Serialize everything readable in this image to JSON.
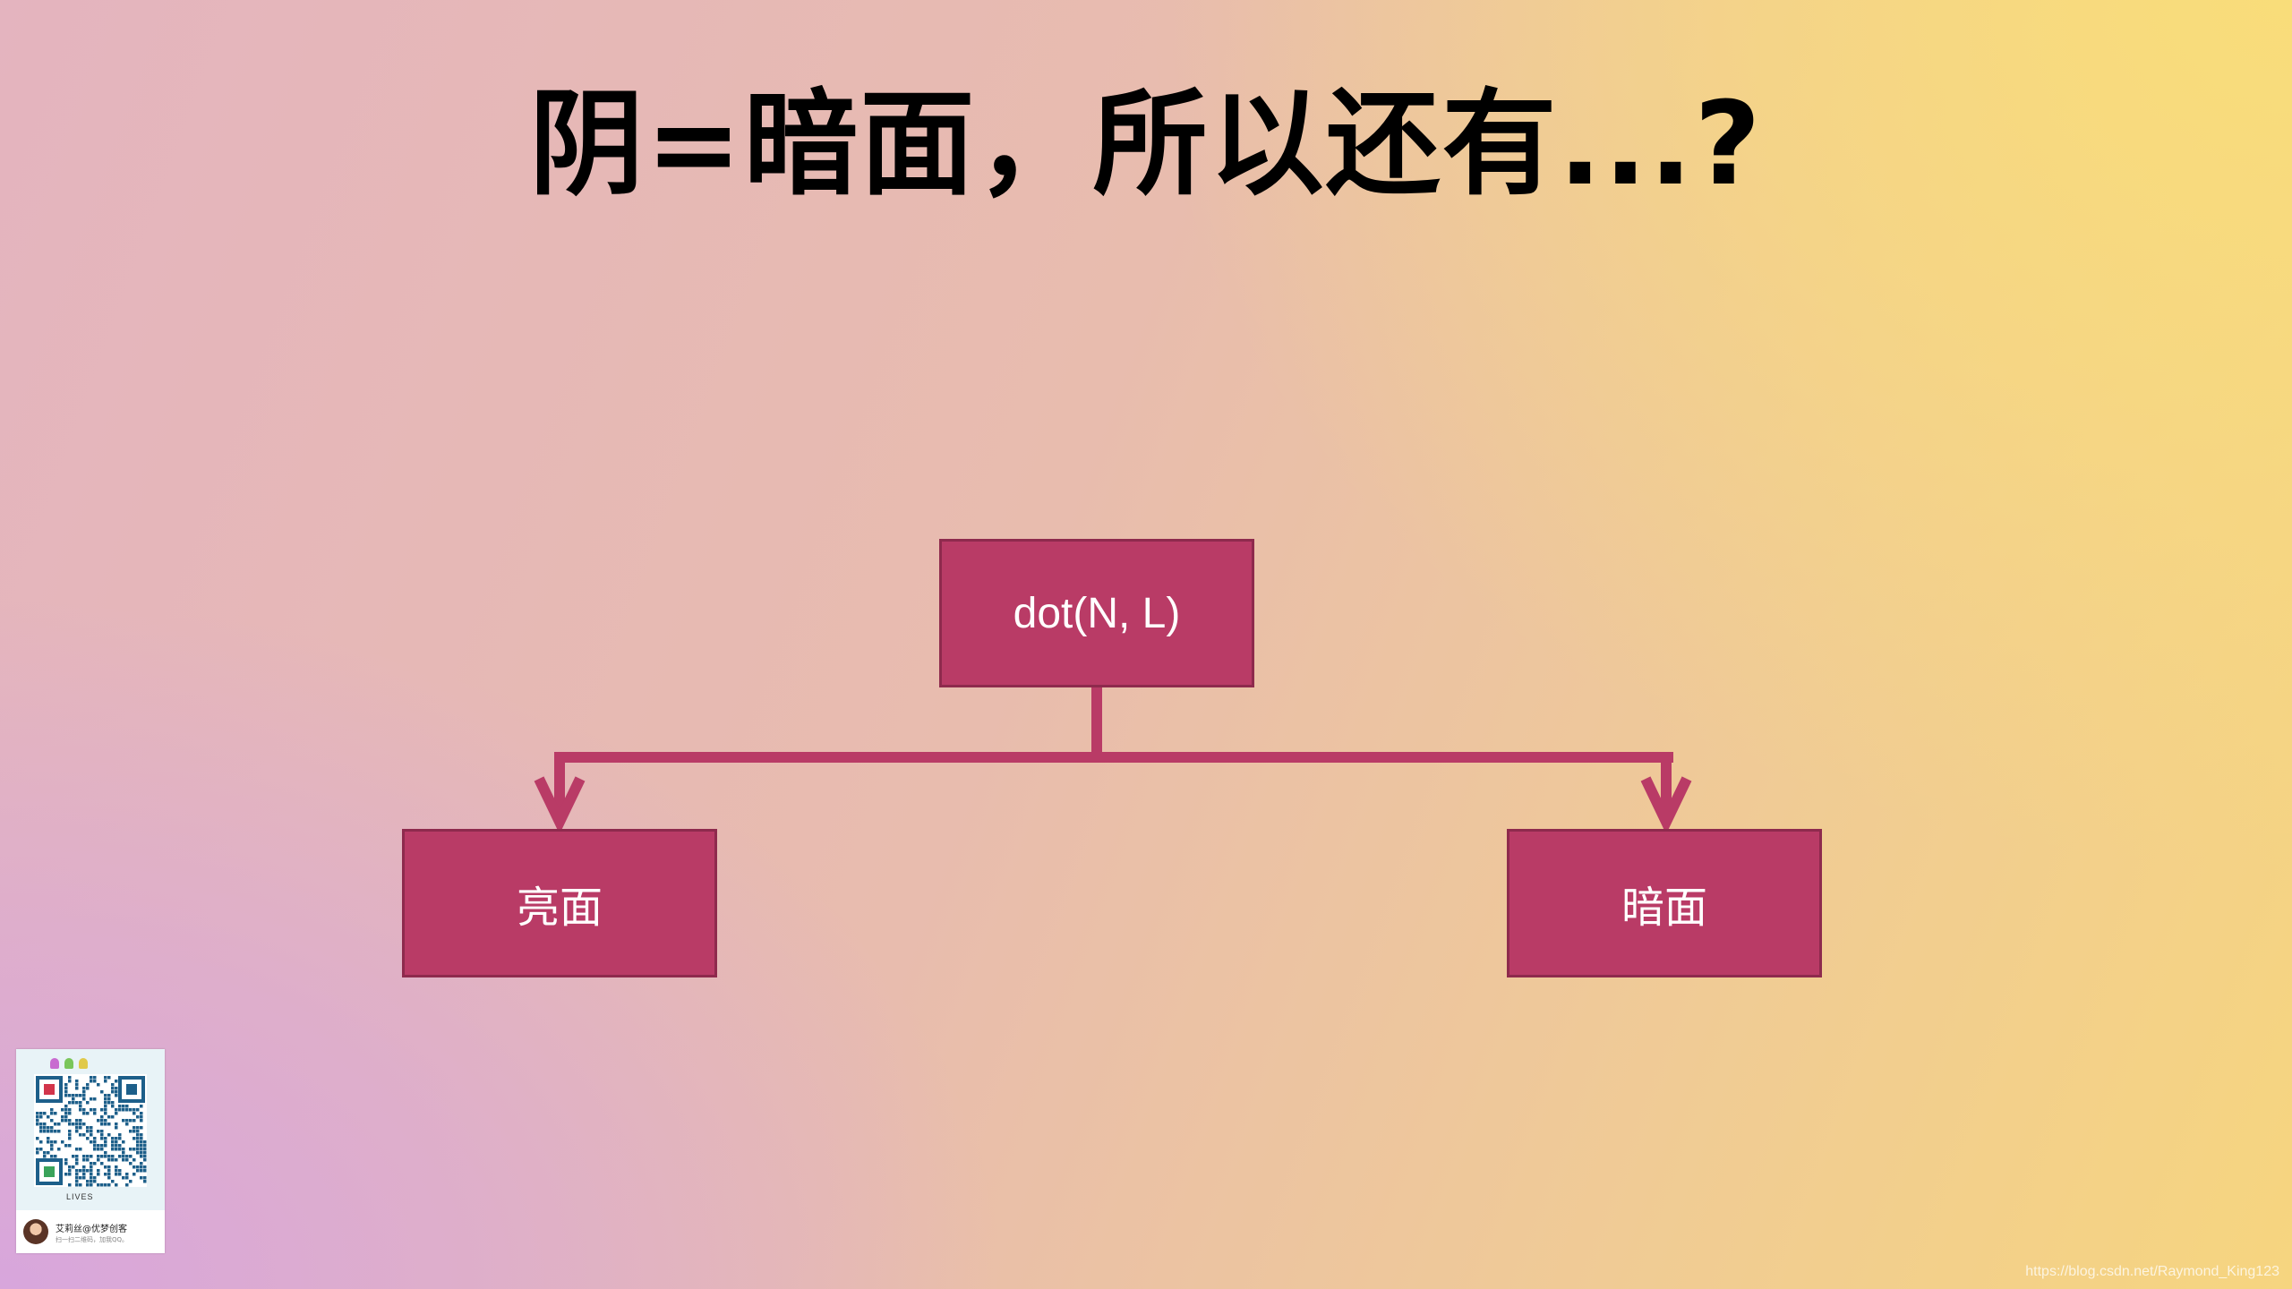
{
  "slide": {
    "title": "阴=暗面，所以还有...?"
  },
  "diagram": {
    "root": "dot(N, L)",
    "left": "亮面",
    "right": "暗面",
    "colors": {
      "node_fill": "#b93b66",
      "node_border": "#8e2a4d",
      "connector": "#b93b66",
      "node_text": "#ffffff"
    }
  },
  "qr_card": {
    "brand": "LIVES",
    "name": "艾莉丝@优梦创客",
    "subtitle": "扫一扫二维码，加我QQ。"
  },
  "watermark": "https://blog.csdn.net/Raymond_King123"
}
